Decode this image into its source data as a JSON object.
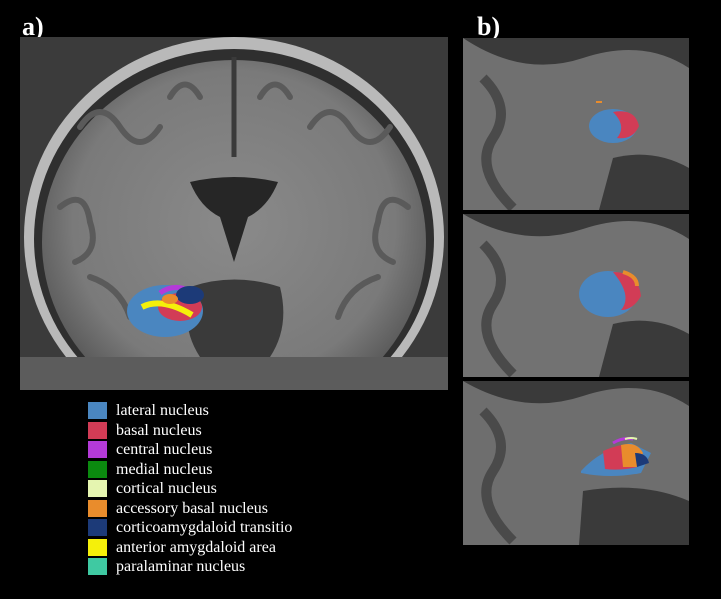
{
  "panels": {
    "a": {
      "label": "a)"
    },
    "b": {
      "label": "b)"
    }
  },
  "legend": [
    {
      "label": "lateral nucleus",
      "color": "#4a86c0"
    },
    {
      "label": "basal nucleus",
      "color": "#d23c56"
    },
    {
      "label": "central nucleus",
      "color": "#b43ad8"
    },
    {
      "label": "medial nucleus",
      "color": "#0b8a0f"
    },
    {
      "label": "cortical nucleus",
      "color": "#e5f5b0"
    },
    {
      "label": "accessory basal nucleus",
      "color": "#e98c2c"
    },
    {
      "label": "corticoamygdaloid transitio",
      "color": "#1c3a78"
    },
    {
      "label": "anterior amygdaloid area",
      "color": "#f5f00a"
    },
    {
      "label": "paralaminar nucleus",
      "color": "#3fc9a2"
    }
  ]
}
